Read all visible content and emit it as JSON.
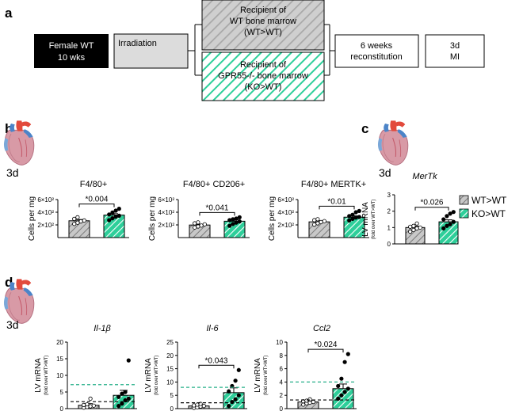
{
  "panels": {
    "a": "a",
    "b": "b",
    "c": "c",
    "d": "d"
  },
  "schema": {
    "female": [
      "Female WT",
      "10 wks"
    ],
    "irradiation": "Irradiation",
    "wt_recipient": [
      "Recipient of",
      "WT bone marrow",
      "(WT>WT)"
    ],
    "ko_recipient": [
      "Recipient of",
      "GPR55-/- bone marrow",
      "(KO>WT)"
    ],
    "reconstitution": [
      "6 weeks",
      "reconstitution"
    ],
    "mi": [
      "3d",
      "MI"
    ]
  },
  "timepoints": {
    "b": "3d",
    "c": "3d",
    "d": "3d"
  },
  "legend": {
    "wt": "WT>WT",
    "ko": "KO>WT"
  },
  "colors": {
    "wt_fill": "#c8c8c8",
    "ko_fill": "#2ecf9a",
    "hatch": "#4a4a4a",
    "ko_dash": "#28b08a",
    "wt_dash": "#000000"
  },
  "chart_data": [
    {
      "id": "f480",
      "type": "bar",
      "title": "F4/80+",
      "title_italic": false,
      "ylabel": [
        "Cells per mg"
      ],
      "ylim": [
        0,
        600
      ],
      "yticks": [
        {
          "v": 200,
          "label": "2×10²"
        },
        {
          "v": 400,
          "label": "4×10²"
        },
        {
          "v": 600,
          "label": "6×10²"
        }
      ],
      "categories": [
        "WT>WT",
        "KO>WT"
      ],
      "values": [
        265,
        355
      ],
      "errors": [
        20,
        22
      ],
      "points": [
        [
          215,
          235,
          255,
          270,
          295,
          320
        ],
        [
          275,
          305,
          330,
          345,
          365,
          395,
          425,
          455
        ]
      ],
      "pvalue": "*0.004"
    },
    {
      "id": "cd206",
      "type": "bar",
      "title": "F4/80+ CD206+",
      "title_italic": false,
      "ylabel": [
        "Cells per mg"
      ],
      "ylim": [
        0,
        600
      ],
      "yticks": [
        {
          "v": 200,
          "label": "2×10²"
        },
        {
          "v": 400,
          "label": "4×10²"
        },
        {
          "v": 600,
          "label": "6×10²"
        }
      ],
      "categories": [
        "WT>WT",
        "KO>WT"
      ],
      "values": [
        198,
        258
      ],
      "errors": [
        14,
        22
      ],
      "points": [
        [
          160,
          175,
          190,
          210,
          225,
          240
        ],
        [
          185,
          215,
          235,
          255,
          275,
          290,
          300,
          320
        ]
      ],
      "pvalue": "*0.041"
    },
    {
      "id": "mertk_cells",
      "type": "bar",
      "title": "F4/80+ MERTK+",
      "title_italic": false,
      "ylabel": [
        "Cells per mg"
      ],
      "ylim": [
        0,
        600
      ],
      "yticks": [
        {
          "v": 200,
          "label": "2×10²"
        },
        {
          "v": 400,
          "label": "4×10²"
        },
        {
          "v": 600,
          "label": "6×10²"
        }
      ],
      "categories": [
        "WT>WT",
        "KO>WT"
      ],
      "values": [
        248,
        322
      ],
      "errors": [
        18,
        20
      ],
      "points": [
        [
          205,
          225,
          245,
          260,
          275,
          290
        ],
        [
          270,
          295,
          315,
          325,
          340,
          360,
          400,
          420
        ]
      ],
      "pvalue": "*0.01"
    },
    {
      "id": "mertk_mrna",
      "type": "bar",
      "title": "MerTk",
      "title_italic": true,
      "ylabel": [
        "LV mRNA",
        "(fold over WT>WT)"
      ],
      "ylim": [
        0,
        3
      ],
      "yticks": [
        {
          "v": 0,
          "label": "0"
        },
        {
          "v": 1,
          "label": "1"
        },
        {
          "v": 2,
          "label": "2"
        },
        {
          "v": 3,
          "label": "3"
        }
      ],
      "categories": [
        "WT>WT",
        "KO>WT"
      ],
      "values": [
        1.0,
        1.35
      ],
      "errors": [
        0.08,
        0.12
      ],
      "points": [
        [
          0.75,
          0.85,
          0.95,
          1.0,
          1.05,
          1.1,
          1.25
        ],
        [
          0.95,
          1.1,
          1.2,
          1.35,
          1.5,
          1.7,
          1.85,
          1.95
        ]
      ],
      "pvalue": "*0.026"
    },
    {
      "id": "il1b",
      "type": "bar",
      "title": "Il-1β",
      "title_italic": true,
      "ylabel": [
        "LV mRNA",
        "(fold over WT>WT)"
      ],
      "ylim": [
        0,
        20
      ],
      "yticks": [
        {
          "v": 0,
          "label": "0"
        },
        {
          "v": 5,
          "label": "5"
        },
        {
          "v": 10,
          "label": "10"
        },
        {
          "v": 15,
          "label": "15"
        },
        {
          "v": 20,
          "label": "20"
        }
      ],
      "categories": [
        "WT>WT",
        "KO>WT"
      ],
      "values": [
        1.0,
        4.0
      ],
      "errors": [
        0.5,
        1.5
      ],
      "points": [
        [
          0.3,
          0.5,
          0.7,
          0.9,
          1.1,
          1.3,
          3.0
        ],
        [
          0.8,
          1.5,
          2.5,
          3.0,
          3.5,
          4.5,
          5.0,
          14.5
        ]
      ],
      "dashed": {
        "ko": 7.2,
        "wt": 2.1
      },
      "pvalue": ""
    },
    {
      "id": "il6",
      "type": "bar",
      "title": "Il-6",
      "title_italic": true,
      "ylabel": [
        "LV mRNA",
        "(fold over WT>WT)"
      ],
      "ylim": [
        0,
        25
      ],
      "yticks": [
        {
          "v": 0,
          "label": "0"
        },
        {
          "v": 5,
          "label": "5"
        },
        {
          "v": 10,
          "label": "10"
        },
        {
          "v": 15,
          "label": "15"
        },
        {
          "v": 20,
          "label": "20"
        },
        {
          "v": 25,
          "label": "25"
        }
      ],
      "categories": [
        "WT>WT",
        "KO>WT"
      ],
      "values": [
        1.0,
        6.0
      ],
      "errors": [
        0.4,
        1.8
      ],
      "points": [
        [
          0.3,
          0.5,
          0.8,
          1.0,
          1.2,
          1.5,
          1.8
        ],
        [
          1.0,
          2.5,
          3.5,
          5.0,
          6.5,
          8.5,
          10.5,
          14.5
        ]
      ],
      "dashed": {
        "ko": 8.0,
        "wt": 2.2
      },
      "pvalue": "*0.043"
    },
    {
      "id": "ccl2",
      "type": "bar",
      "title": "Ccl2",
      "title_italic": true,
      "ylabel": [
        "LV mRNA",
        "(fold over WT>WT)"
      ],
      "ylim": [
        0,
        10
      ],
      "yticks": [
        {
          "v": 0,
          "label": "0"
        },
        {
          "v": 2,
          "label": "2"
        },
        {
          "v": 4,
          "label": "4"
        },
        {
          "v": 6,
          "label": "6"
        },
        {
          "v": 8,
          "label": "8"
        },
        {
          "v": 10,
          "label": "10"
        }
      ],
      "categories": [
        "WT>WT",
        "KO>WT"
      ],
      "values": [
        1.0,
        3.0
      ],
      "errors": [
        0.2,
        0.7
      ],
      "points": [
        [
          0.6,
          0.8,
          0.9,
          1.0,
          1.1,
          1.2,
          1.4
        ],
        [
          1.5,
          2.0,
          2.5,
          3.0,
          3.4,
          4.5,
          7.0,
          8.2
        ]
      ],
      "dashed": {
        "ko": 4.0,
        "wt": 1.3
      },
      "pvalue": "*0.024"
    }
  ]
}
